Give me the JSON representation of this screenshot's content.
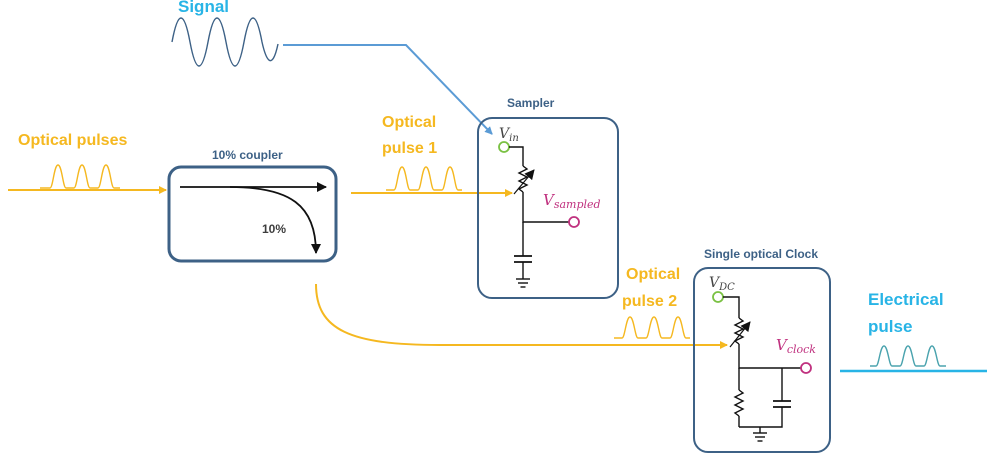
{
  "colors": {
    "optical": "#f5b820",
    "electrical": "#28b4e6",
    "box": "#3d6186",
    "box_label": "#3d6186",
    "blue_wire": "#5b9bd5",
    "wire": "#111111",
    "green": "#7ac143",
    "magenta": "#c0317f",
    "pulse_teal": "#4aa3ae",
    "signal_wave": "#3d6186",
    "input_pin_text": "#444444"
  },
  "labels": {
    "signal": "Signal",
    "optical_pulses": "Optical pulses",
    "coupler_title": "10% coupler",
    "coupler_ratio": "10%",
    "optical_pulse_1_line1": "Optical",
    "optical_pulse_1_line2": "pulse 1",
    "sampler_title": "Sampler",
    "v_in_base": "V",
    "v_in_sub": "in",
    "v_sampled_base": "V",
    "v_sampled_sub": "sampled",
    "clock_title": "Single optical Clock",
    "optical_pulse_2_line1": "Optical",
    "optical_pulse_2_line2": "pulse 2",
    "v_dc_base": "V",
    "v_dc_sub": "DC",
    "v_clock_base": "V",
    "v_clock_sub": "clock",
    "electrical_line1": "Electrical",
    "electrical_line2": "pulse"
  },
  "icons": {
    "variable_resistor": "variable-resistor-icon",
    "resistor": "resistor-icon",
    "capacitor": "capacitor-icon",
    "ground": "ground-icon",
    "pin": "pin-circle-icon",
    "arrow": "arrow-icon"
  }
}
